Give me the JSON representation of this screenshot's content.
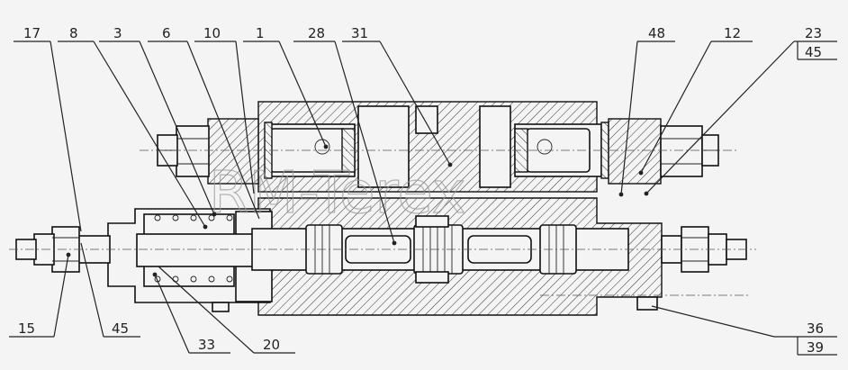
{
  "watermark": "RM-Terex",
  "callouts_top": [
    {
      "id": "c17",
      "text": "17"
    },
    {
      "id": "c8",
      "text": "8"
    },
    {
      "id": "c3",
      "text": "3"
    },
    {
      "id": "c6",
      "text": "6"
    },
    {
      "id": "c10",
      "text": "10"
    },
    {
      "id": "c1",
      "text": "1"
    },
    {
      "id": "c28",
      "text": "28"
    },
    {
      "id": "c31",
      "text": "31"
    },
    {
      "id": "c48",
      "text": "48"
    },
    {
      "id": "c12",
      "text": "12"
    }
  ],
  "callout_stack_top": {
    "upper": "23",
    "lower": "45"
  },
  "callouts_bottom": [
    {
      "id": "c15",
      "text": "15"
    },
    {
      "id": "c45b",
      "text": "45"
    },
    {
      "id": "c33",
      "text": "33"
    },
    {
      "id": "c20",
      "text": "20"
    }
  ],
  "callout_stack_bottom": {
    "upper": "36",
    "lower": "39"
  }
}
